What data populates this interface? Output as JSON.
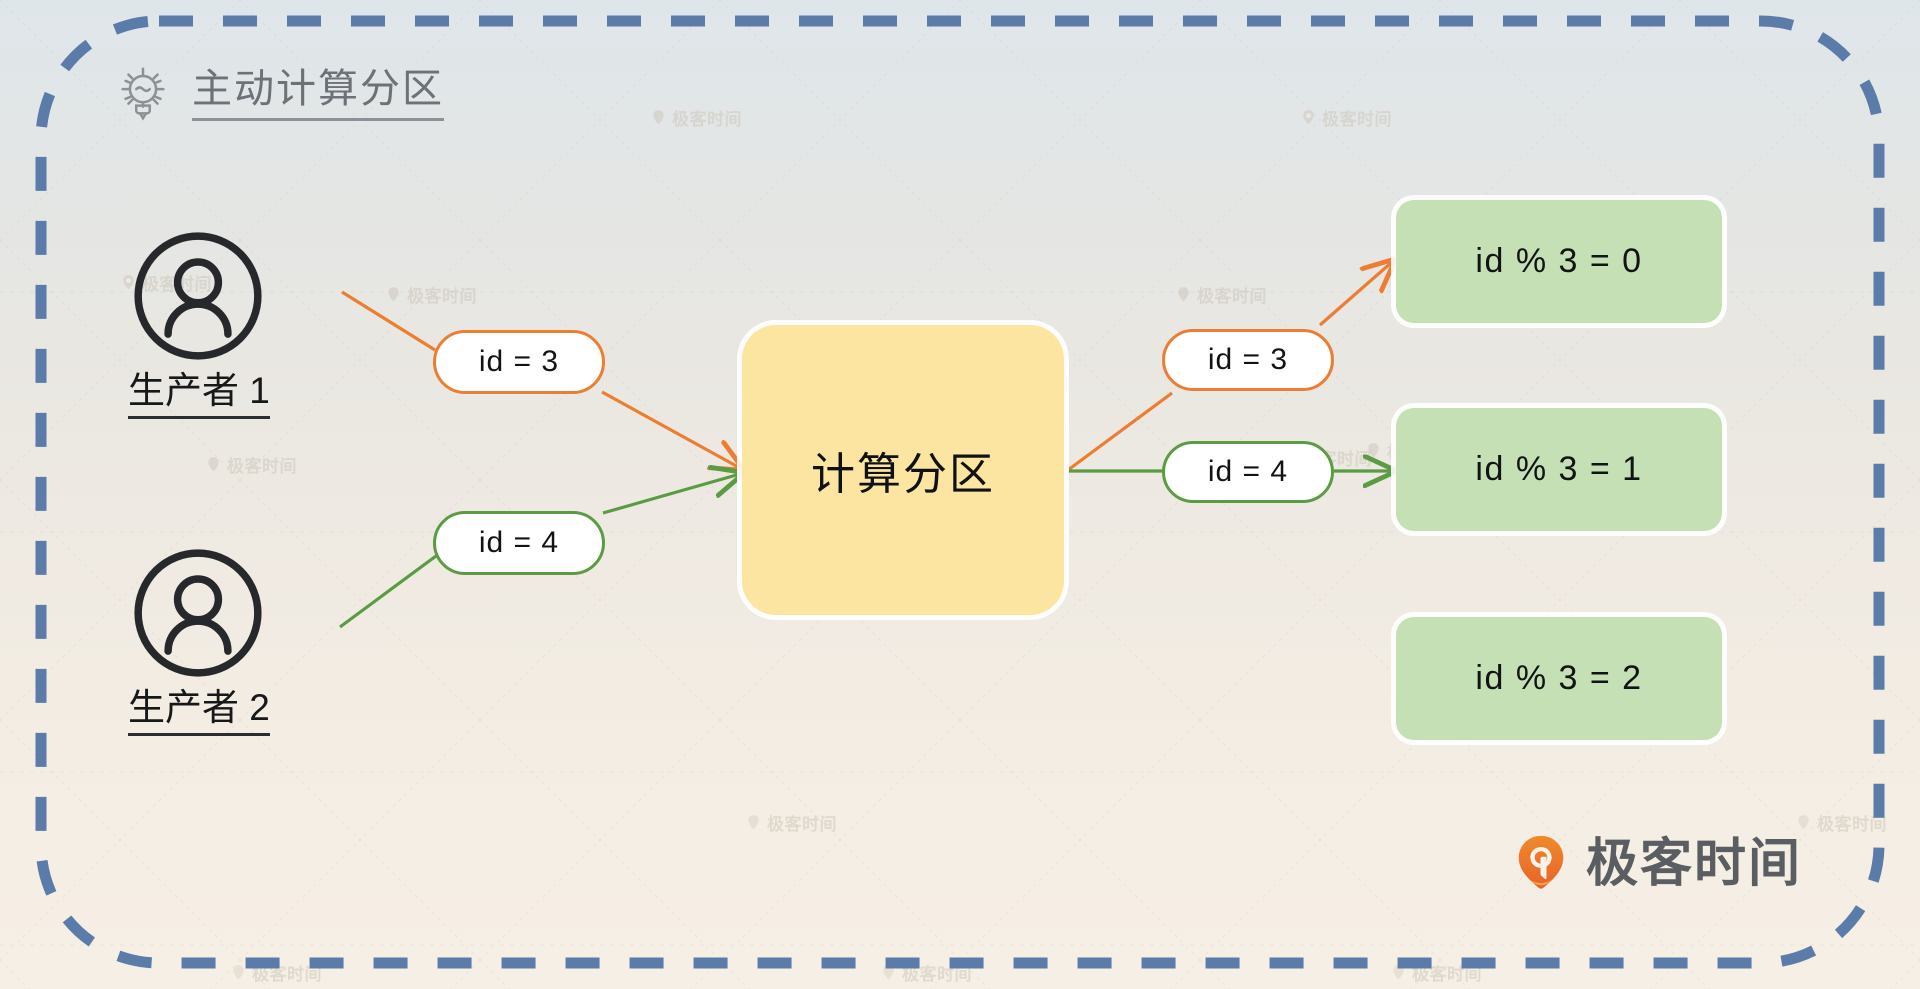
{
  "diagram": {
    "header": {
      "icon": "lightbulb-icon",
      "title": "主动计算分区"
    },
    "producers": [
      {
        "icon": "user-circle-icon",
        "label": "生产者 1"
      },
      {
        "icon": "user-circle-icon",
        "label": "生产者 2"
      }
    ],
    "compute_node": {
      "label": "计算分区",
      "color": "#fce5a0"
    },
    "partitions": [
      {
        "label": "id % 3 = 0",
        "color": "#c5e0b4"
      },
      {
        "label": "id % 3 = 1",
        "color": "#c5e0b4"
      },
      {
        "label": "id % 3 = 2",
        "color": "#c5e0b4"
      }
    ],
    "edge_labels": {
      "inbound": [
        {
          "text": "id = 3",
          "color": "#ed7d31"
        },
        {
          "text": "id = 4",
          "color": "#5a9b43"
        }
      ],
      "outbound": [
        {
          "text": "id = 3",
          "color": "#ed7d31"
        },
        {
          "text": "id = 4",
          "color": "#5a9b43"
        }
      ]
    },
    "colors": {
      "orange": "#ed7d31",
      "green": "#5a9b43",
      "frame_dash": "#5b7ba9",
      "node_yellow": "#fce5a0",
      "partition_green": "#c5e0b4"
    },
    "watermark_text": "极客时间",
    "brand": {
      "mark": "geektime-pin-icon",
      "text": "极客时间"
    }
  }
}
